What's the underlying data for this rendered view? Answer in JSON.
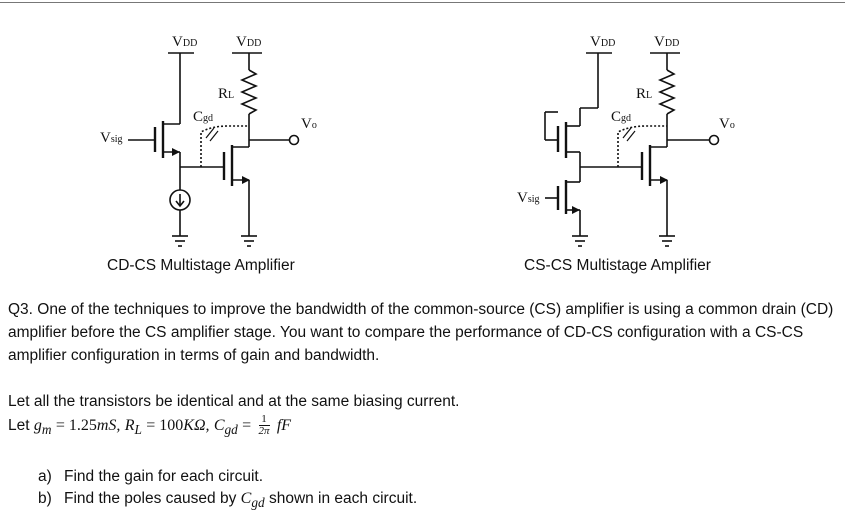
{
  "circuit_cd_cs": {
    "labels": {
      "vdd1": "V",
      "vdd1_sub": "DD",
      "vdd2": "V",
      "vdd2_sub": "DD",
      "rl": "R",
      "rl_sub": "L",
      "cgd": "C",
      "cgd_sub": "gd",
      "vo": "V",
      "vo_sub": "o",
      "vsig": "V",
      "vsig_sub": "sig"
    },
    "caption": "CD-CS Multistage Amplifier"
  },
  "circuit_cs_cs": {
    "labels": {
      "vdd1": "V",
      "vdd1_sub": "DD",
      "vdd2": "V",
      "vdd2_sub": "DD",
      "rl": "R",
      "rl_sub": "L",
      "cgd": "C",
      "cgd_sub": "gd",
      "vo": "V",
      "vo_sub": "o",
      "vsig": "V",
      "vsig_sub": "sig"
    },
    "caption": "CS-CS Multistage Amplifier"
  },
  "question": {
    "text": "Q3. One of the techniques to improve the bandwidth of the common-source (CS) amplifier is using a common drain (CD) amplifier before the CS amplifier stage. You want to compare the performance of CD-CS configuration with a CS-CS amplifier configuration in terms of gain and bandwidth."
  },
  "assumption": "Let all the transistors be identical and at the same biasing current.",
  "given": {
    "let": "Let",
    "gm_sym": "g",
    "gm_sub": "m",
    "gm_val": "= 1.25",
    "gm_unit": "mS,",
    "rl_sym": "R",
    "rl_sub": "L",
    "rl_val": "= 100",
    "rl_unit": "KΩ,",
    "cgd_sym": "C",
    "cgd_sub": "gd",
    "eq": "=",
    "frac_num": "1",
    "frac_den": "2π",
    "cgd_unit": "fF"
  },
  "tasks": [
    {
      "label": "a)",
      "text": "Find the gain for each circuit."
    },
    {
      "label": "b)",
      "pre": "Find the poles caused by ",
      "sym": "C",
      "sub": "gd",
      "post": " shown in each circuit."
    }
  ]
}
